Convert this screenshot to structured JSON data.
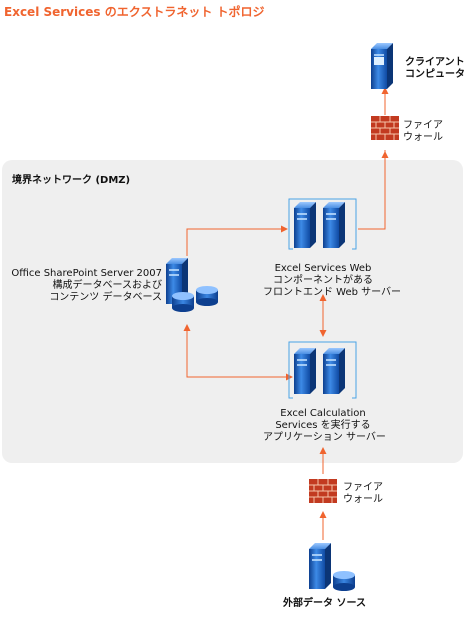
{
  "title": "Excel Services のエクストラネット トポロジ",
  "dmz_label": "境界ネットワーク (DMZ)",
  "client": {
    "line1": "クライアント",
    "line2": "コンピュータ"
  },
  "firewall_top": {
    "line1": "ファイア",
    "line2": "ウォール"
  },
  "firewall_bottom": {
    "line1": "ファイア",
    "line2": "ウォール"
  },
  "web_server": {
    "line1": "Excel Services Web",
    "line2": "コンポーネントがある",
    "line3": "フロントエンド  Web サーバー"
  },
  "app_server": {
    "line1": "Excel Calculation",
    "line2": "Services を実行する",
    "line3": "アプリケーション サーバー"
  },
  "sharepoint": {
    "line1": "Office SharePoint Server 2007",
    "line2": "構成データベースおよび",
    "line3": "コンテンツ データベース"
  },
  "external_data": "外部データ ソース",
  "colors": {
    "title": "#f0642f",
    "arrow": "#f0642f",
    "zone": "#efefef",
    "server_blue": "#1e66c8",
    "firewall": "#d8472b"
  }
}
